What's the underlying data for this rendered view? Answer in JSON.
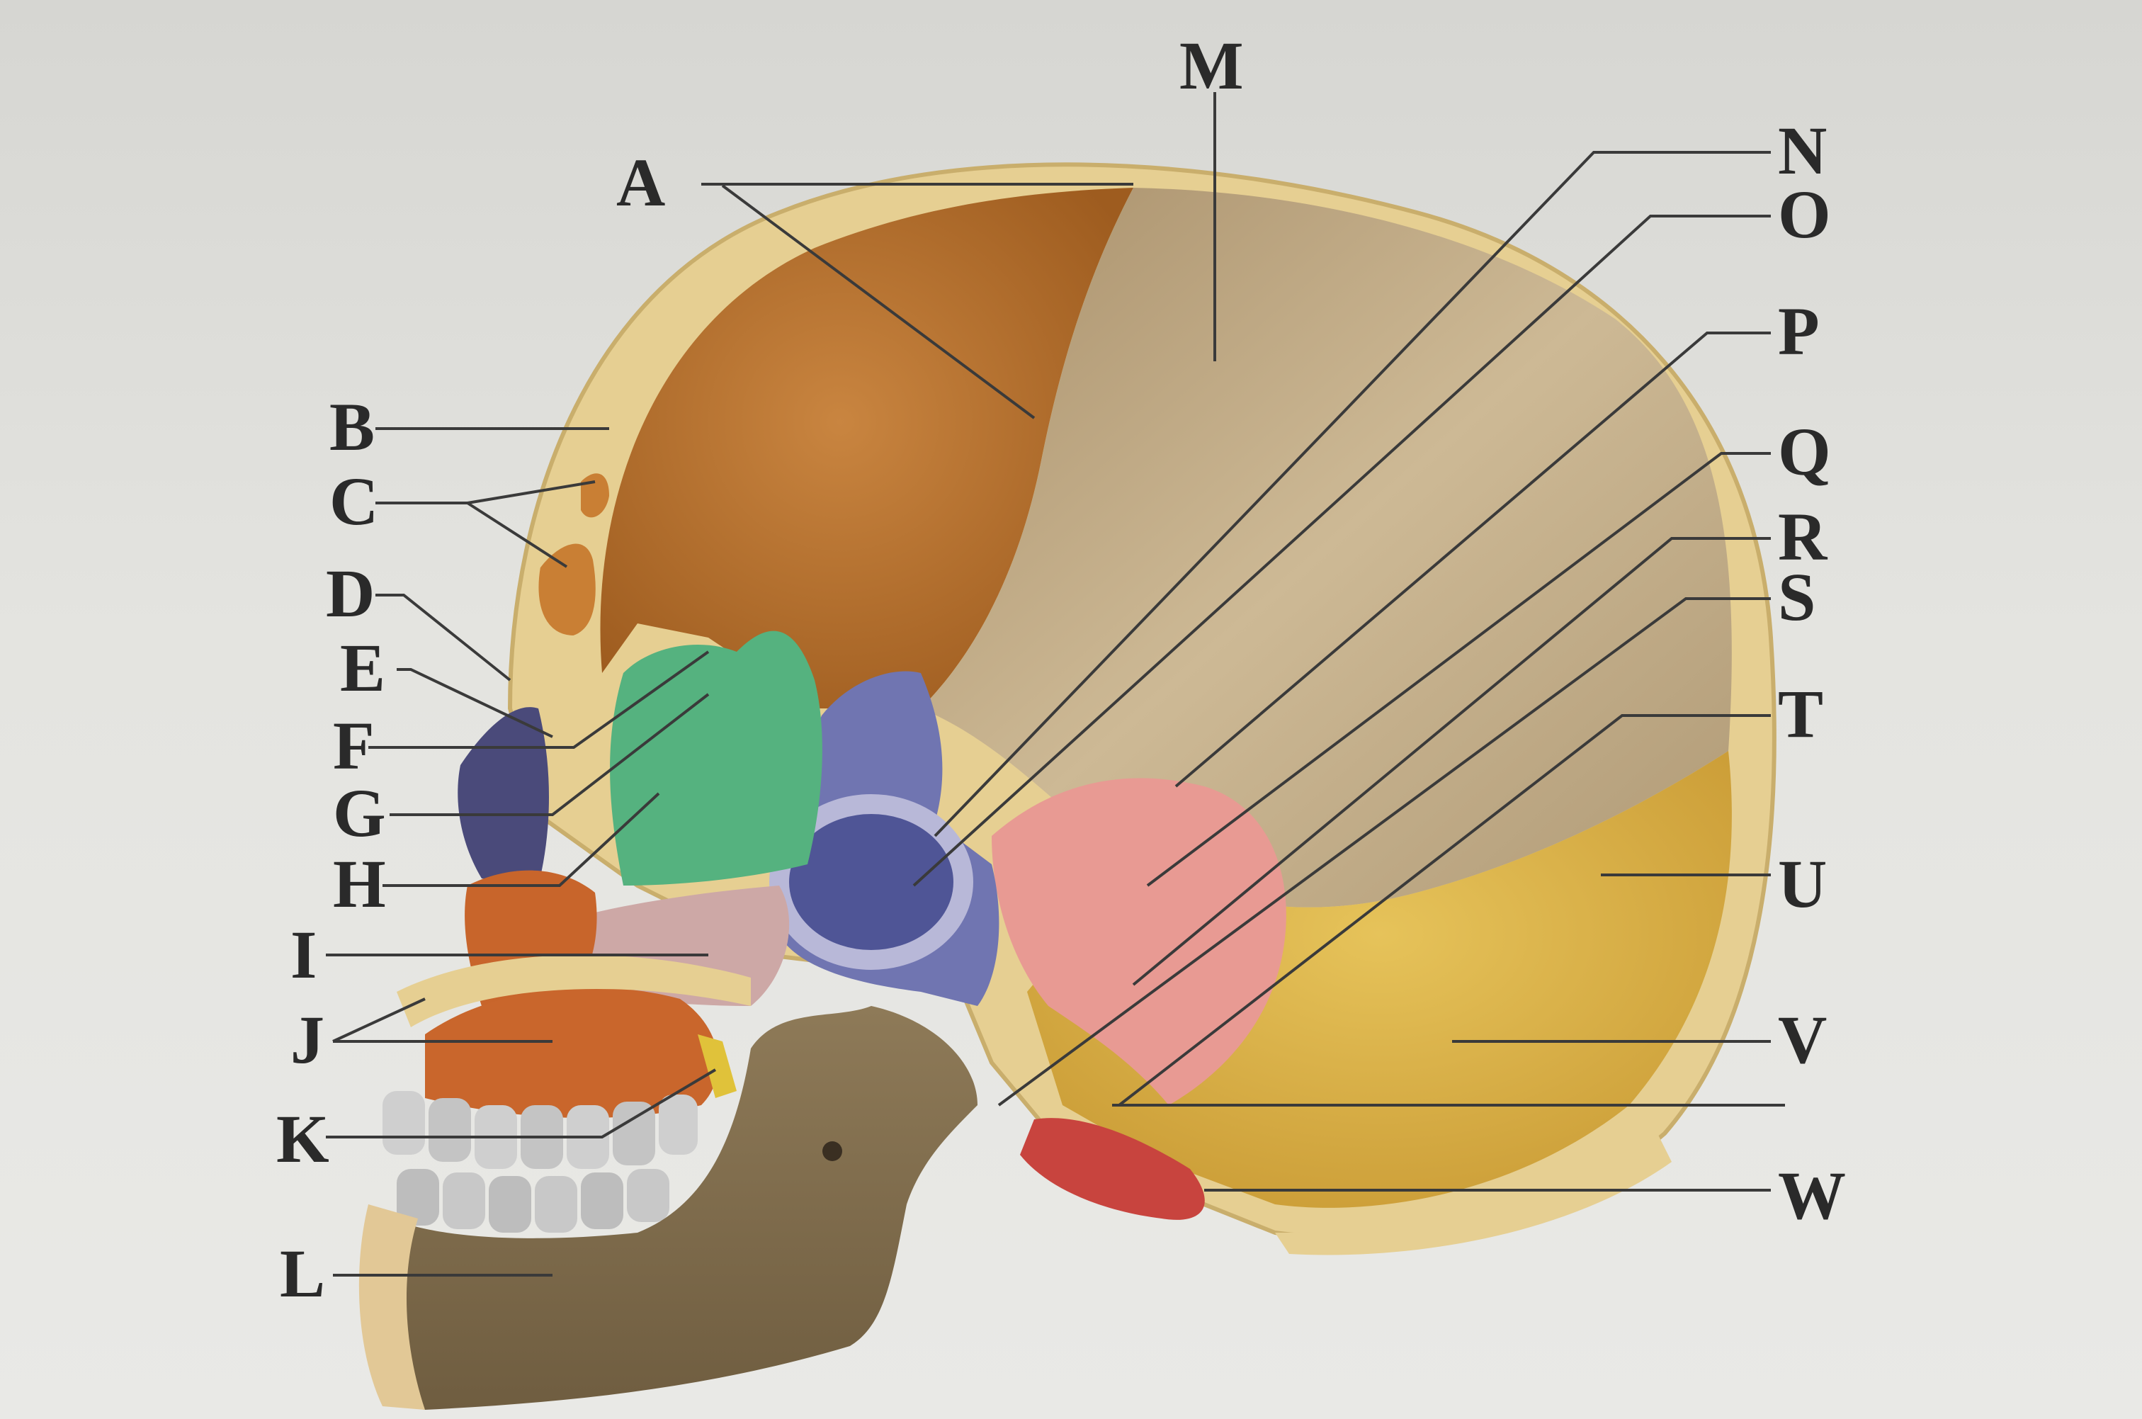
{
  "labels": {
    "A": "A",
    "B": "B",
    "C": "C",
    "D": "D",
    "E": "E",
    "F": "F",
    "G": "G",
    "H": "H",
    "I": "I",
    "J": "J",
    "K": "K",
    "L": "L",
    "M": "M",
    "N": "N",
    "O": "O",
    "P": "P",
    "Q": "Q",
    "R": "R",
    "S": "S",
    "T": "T",
    "U": "U",
    "V": "V",
    "W": "W"
  },
  "colors": {
    "background": "#e4e4e0",
    "bone_cortex": "#e8cf8f",
    "frontal": "#b9732d",
    "parietal": "#c7b08c",
    "occipital": "#d9b248",
    "temporal": "#e89a93",
    "sphenoid": "#6d72ad",
    "ethmoid": "#53b07e",
    "vomer": "#c8a8a8",
    "maxilla": "#c8642c",
    "mandible": "#8a7656",
    "teeth": "#c9c9c9",
    "label_text": "#2a2a2a"
  }
}
